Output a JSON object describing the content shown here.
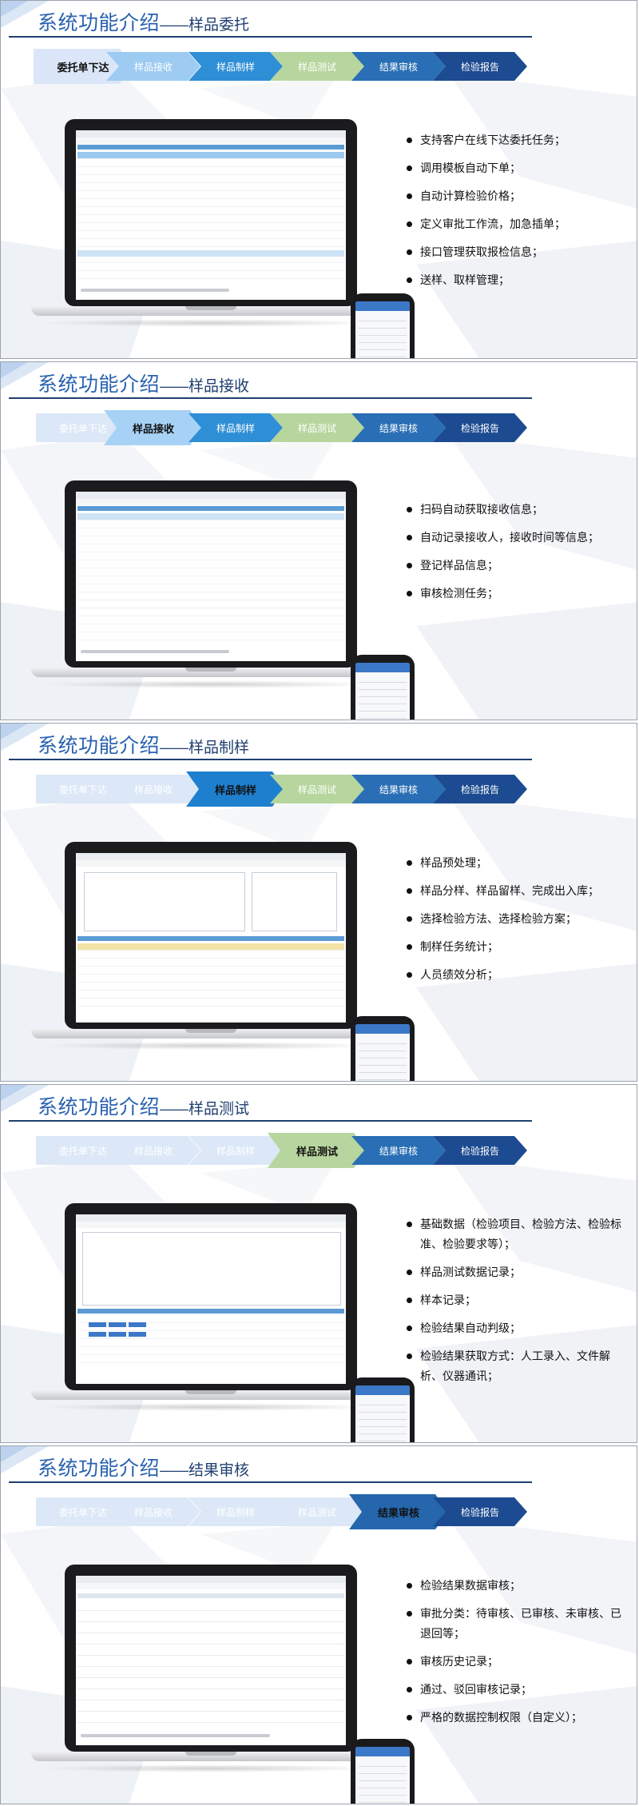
{
  "steps": [
    "委托单下达",
    "样品接收",
    "样品制样",
    "样品测试",
    "结果审核",
    "检验报告"
  ],
  "step_colors": [
    "#c7daf5",
    "#9dcbf2",
    "#2f8fd6",
    "#b6d69e",
    "#2a6fb5",
    "#1d4b91"
  ],
  "slides": [
    {
      "title_main": "系统功能介绍",
      "title_dash": "——",
      "title_sub": "样品委托",
      "active_step": 0,
      "bullets": [
        "支持客户在线下达委托任务；",
        "调用模板自动下单；",
        "自动计算检验价格；",
        "定义审批工作流，加急插单；",
        "接口管理获取报检信息；",
        "送样、取样管理；"
      ]
    },
    {
      "title_main": "系统功能介绍",
      "title_dash": "——",
      "title_sub": "样品接收",
      "active_step": 1,
      "bullets": [
        "扫码自动获取接收信息；",
        "自动记录接收人，接收时间等信息；",
        "登记样品信息；",
        "审核检测任务；"
      ]
    },
    {
      "title_main": "系统功能介绍",
      "title_dash": "——",
      "title_sub": "样品制样",
      "active_step": 2,
      "bullets": [
        "样品预处理；",
        "样品分样、样品留样、完成出入库；",
        "选择检验方法、选择检验方案；",
        "制样任务统计；",
        "人员绩效分析；"
      ]
    },
    {
      "title_main": "系统功能介绍",
      "title_dash": "——",
      "title_sub": "样品测试",
      "active_step": 3,
      "bullets": [
        "基础数据（检验项目、检验方法、检验标准、检验要求等）；",
        "样品测试数据记录；",
        "样本记录；",
        "检验结果自动判级；",
        "检验结果获取方式：人工录入、文件解析、仪器通讯；"
      ]
    },
    {
      "title_main": "系统功能介绍",
      "title_dash": "——",
      "title_sub": "结果审核",
      "active_step": 4,
      "bullets": [
        "检验结果数据审核；",
        "审批分类：待审核、已审核、未审核、已退回等；",
        "审核历史记录；",
        "通过、驳回审核记录；",
        "严格的数据控制权限（自定义）；"
      ]
    }
  ]
}
